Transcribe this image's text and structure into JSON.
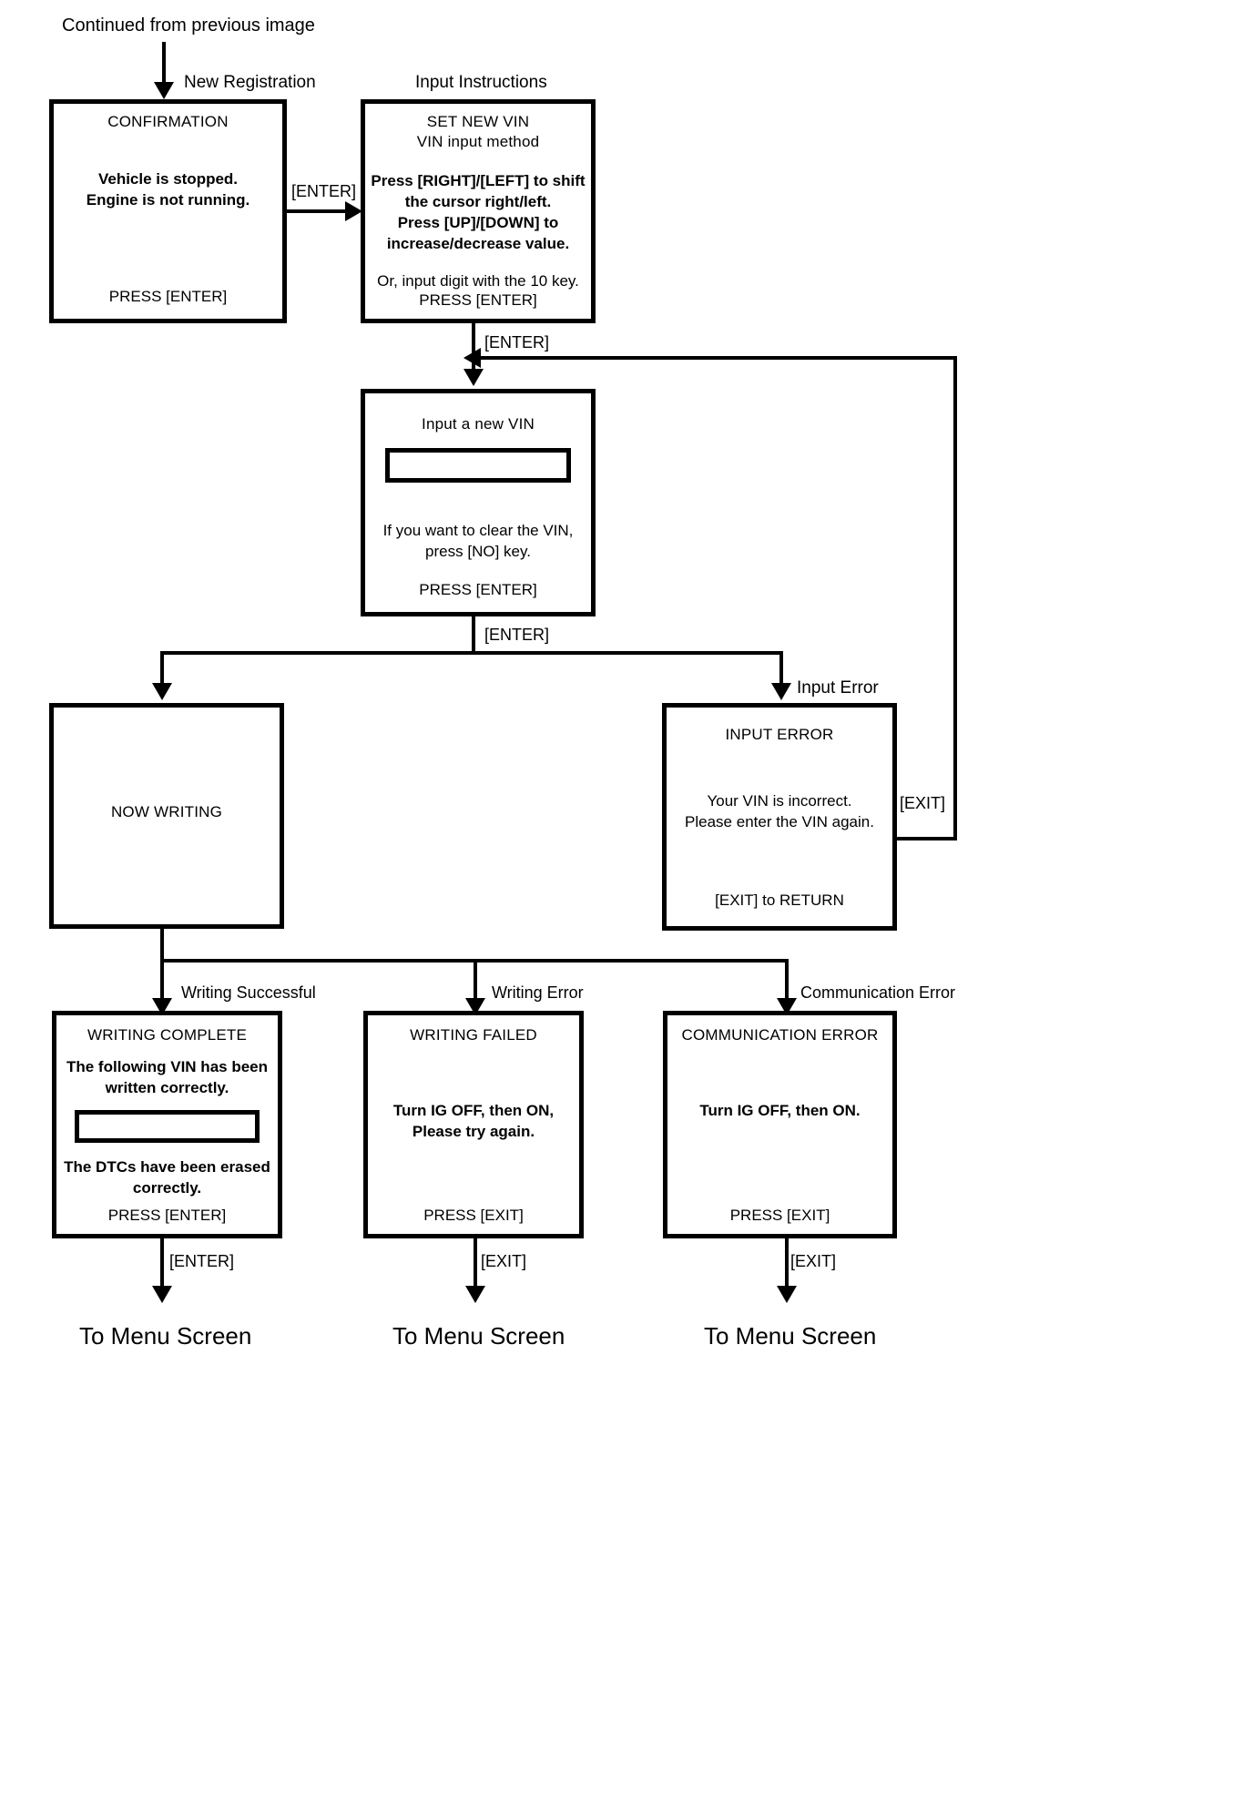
{
  "diagram": {
    "title_note": "Continued from previous image",
    "captions": {
      "new_registration": "New Registration",
      "input_instructions": "Input Instructions",
      "input_error": "Input Error",
      "writing_successful": "Writing Successful",
      "writing_error": "Writing Error",
      "communication_error": "Communication Error"
    },
    "edge_labels": {
      "enter_1": "[ENTER]",
      "enter_2": "[ENTER]",
      "enter_3": "[ENTER]",
      "exit_return": "[EXIT]",
      "enter_complete": "[ENTER]",
      "exit_failed": "[EXIT]",
      "exit_comm": "[EXIT]"
    },
    "terminals": {
      "menu_1": "To Menu Screen",
      "menu_2": "To Menu Screen",
      "menu_3": "To Menu Screen"
    },
    "screens": {
      "confirmation": {
        "title": "CONFIRMATION",
        "body": [
          "Vehicle is stopped.",
          "Engine is not running."
        ],
        "footer": "PRESS [ENTER]"
      },
      "set_new_vin": {
        "title_line1": "SET NEW VIN",
        "title_line2": "VIN input method",
        "body": [
          "Press [RIGHT]/[LEFT] to shift",
          "the cursor right/left.",
          "Press [UP]/[DOWN] to",
          "increase/decrease value."
        ],
        "body2": "Or, input digit with the 10 key.",
        "footer": "PRESS [ENTER]"
      },
      "input_vin": {
        "title": "Input a new VIN",
        "field_value": "",
        "body": [
          "If you want to clear the VIN,",
          "press [NO] key."
        ],
        "footer": "PRESS [ENTER]"
      },
      "now_writing": {
        "title": "NOW WRITING"
      },
      "input_error": {
        "title": "INPUT ERROR",
        "body": [
          "Your VIN is incorrect.",
          "Please enter the VIN again."
        ],
        "footer": "[EXIT] to RETURN"
      },
      "writing_complete": {
        "title": "WRITING COMPLETE",
        "body": [
          "The following VIN has been",
          "written correctly."
        ],
        "field_value": "",
        "body2": [
          "The DTCs have been erased",
          "correctly."
        ],
        "footer": "PRESS [ENTER]"
      },
      "writing_failed": {
        "title": "WRITING FAILED",
        "body": [
          "Turn IG OFF, then ON,",
          "Please try again."
        ],
        "footer": "PRESS [EXIT]"
      },
      "communication_error": {
        "title": "COMMUNICATION ERROR",
        "body": [
          "Turn IG OFF, then ON."
        ],
        "footer": "PRESS [EXIT]"
      }
    },
    "colors": {
      "stroke": "#000000",
      "background": "#ffffff"
    }
  }
}
